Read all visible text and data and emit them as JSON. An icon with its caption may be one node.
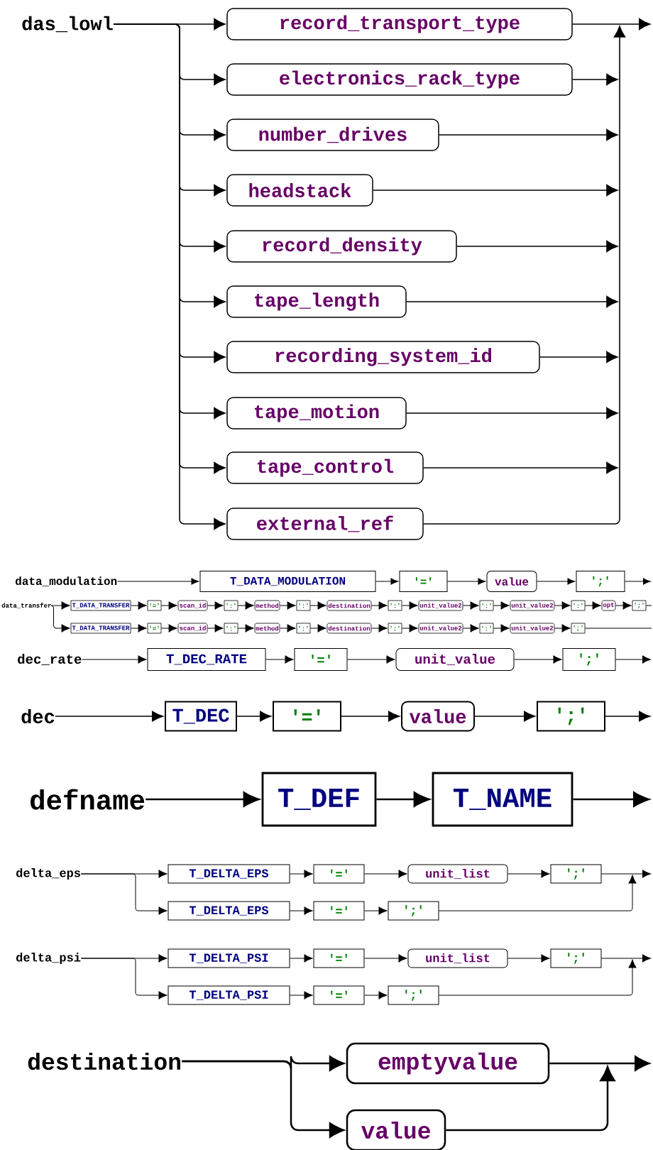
{
  "diagram": {
    "nodes": [
      {
        "text": [
          "das_lowl"
        ]
      },
      {
        "text": [
          "record_transport_type"
        ]
      },
      {
        "text": [
          "electronics_rack_type"
        ]
      },
      {
        "text": [
          "number_drives"
        ]
      },
      {
        "text": [
          "headstack"
        ]
      },
      {
        "text": [
          "record_density"
        ]
      },
      {
        "text": [
          "tape_length"
        ]
      },
      {
        "text": [
          "recording_system_id"
        ]
      },
      {
        "text": [
          "tape_motion"
        ]
      },
      {
        "text": [
          "tape_control"
        ]
      },
      {
        "text": [
          "external_ref"
        ]
      },
      {
        "text": [
          "data_modulation"
        ]
      },
      {
        "text": [
          "T_DATA_MODULATION"
        ]
      },
      {
        "text": [
          "'='"
        ]
      },
      {
        "text": [
          "value"
        ]
      },
      {
        "text": [
          "';'"
        ]
      },
      {
        "text": [
          "data_transfer"
        ]
      },
      {
        "text": [
          "T_DATA_TRANSFER"
        ]
      },
      {
        "text": [
          "'='"
        ]
      },
      {
        "text": [
          "scan_id"
        ]
      },
      {
        "text": [
          "':'"
        ]
      },
      {
        "text": [
          "method"
        ]
      },
      {
        "text": [
          "':'"
        ]
      },
      {
        "text": [
          "destination"
        ]
      },
      {
        "text": [
          "':'"
        ]
      },
      {
        "text": [
          "unit_value2"
        ]
      },
      {
        "text": [
          "':'"
        ]
      },
      {
        "text": [
          "unit_value2"
        ]
      },
      {
        "text": [
          "':'"
        ]
      },
      {
        "text": [
          "opt"
        ]
      },
      {
        "text": [
          "';'"
        ]
      },
      {
        "text": [
          "T_DATA_TRANSFER"
        ]
      },
      {
        "text": [
          "'='"
        ]
      },
      {
        "text": [
          "scan_id"
        ]
      },
      {
        "text": [
          "':'"
        ]
      },
      {
        "text": [
          "method"
        ]
      },
      {
        "text": [
          "':'"
        ]
      },
      {
        "text": [
          "destination"
        ]
      },
      {
        "text": [
          "':'"
        ]
      },
      {
        "text": [
          "unit_value2"
        ]
      },
      {
        "text": [
          "':'"
        ]
      },
      {
        "text": [
          "unit_value2"
        ]
      },
      {
        "text": [
          "';'"
        ]
      },
      {
        "text": [
          "dec_rate"
        ]
      },
      {
        "text": [
          "T_DEC_RATE"
        ]
      },
      {
        "text": [
          "'='"
        ]
      },
      {
        "text": [
          "unit_value"
        ]
      },
      {
        "text": [
          "';'"
        ]
      },
      {
        "text": [
          "dec"
        ]
      },
      {
        "text": [
          "T_DEC"
        ]
      },
      {
        "text": [
          "'='"
        ]
      },
      {
        "text": [
          "value"
        ]
      },
      {
        "text": [
          "';'"
        ]
      },
      {
        "text": [
          "defname"
        ]
      },
      {
        "text": [
          "T_DEF"
        ]
      },
      {
        "text": [
          "T_NAME"
        ]
      },
      {
        "text": [
          "delta_eps"
        ]
      },
      {
        "text": [
          "T_DELTA_EPS"
        ]
      },
      {
        "text": [
          "'='"
        ]
      },
      {
        "text": [
          "unit_list"
        ]
      },
      {
        "text": [
          "';'"
        ]
      },
      {
        "text": [
          "T_DELTA_EPS"
        ]
      },
      {
        "text": [
          "'='"
        ]
      },
      {
        "text": [
          "';'"
        ]
      },
      {
        "text": [
          "delta_psi"
        ]
      },
      {
        "text": [
          "T_DELTA_PSI"
        ]
      },
      {
        "text": [
          "'='"
        ]
      },
      {
        "text": [
          "unit_list"
        ]
      },
      {
        "text": [
          "';'"
        ]
      },
      {
        "text": [
          "T_DELTA_PSI"
        ]
      },
      {
        "text": [
          "'='"
        ]
      },
      {
        "text": [
          "';'"
        ]
      },
      {
        "text": [
          "destination"
        ]
      },
      {
        "text": [
          "emptyvalue"
        ]
      },
      {
        "text": [
          "value"
        ]
      }
    ],
    "edges": [
      {
        "from": 0,
        "to": 1,
        "arrow": "to"
      },
      {
        "from": 0,
        "to": 2,
        "arrow": "to"
      },
      {
        "from": 0,
        "to": 3,
        "arrow": "to"
      },
      {
        "from": 0,
        "to": 4,
        "arrow": "to"
      },
      {
        "from": 0,
        "to": 5,
        "arrow": "to"
      },
      {
        "from": 0,
        "to": 6,
        "arrow": "to"
      },
      {
        "from": 0,
        "to": 7,
        "arrow": "to"
      },
      {
        "from": 0,
        "to": 8,
        "arrow": "to"
      },
      {
        "from": 0,
        "to": 9,
        "arrow": "to"
      },
      {
        "from": 0,
        "to": 10,
        "arrow": "to"
      },
      {
        "from": 1,
        "to": null,
        "arrow": "to"
      },
      {
        "from": 2,
        "to": null,
        "arrow": "to"
      },
      {
        "from": 3,
        "to": null,
        "arrow": "to"
      },
      {
        "from": 4,
        "to": null,
        "arrow": "to"
      },
      {
        "from": 5,
        "to": null,
        "arrow": "to"
      },
      {
        "from": 6,
        "to": null,
        "arrow": "to"
      },
      {
        "from": 7,
        "to": null,
        "arrow": "to"
      },
      {
        "from": 8,
        "to": null,
        "arrow": "to"
      },
      {
        "from": 9,
        "to": null,
        "arrow": "to"
      },
      {
        "from": 10,
        "to": null,
        "arrow": "to"
      },
      {
        "from": 11,
        "to": 12,
        "arrow": "to"
      },
      {
        "from": 12,
        "to": 13,
        "arrow": "to"
      },
      {
        "from": 13,
        "to": 14,
        "arrow": "to"
      },
      {
        "from": 14,
        "to": 15,
        "arrow": "to"
      },
      {
        "from": 15,
        "to": null,
        "arrow": "to"
      },
      {
        "from": 16,
        "to": 17,
        "arrow": "to"
      },
      {
        "from": 17,
        "to": 18,
        "arrow": "to"
      },
      {
        "from": 18,
        "to": 19,
        "arrow": "to"
      },
      {
        "from": 19,
        "to": 20,
        "arrow": "to"
      },
      {
        "from": 20,
        "to": 21,
        "arrow": "to"
      },
      {
        "from": 21,
        "to": 22,
        "arrow": "to"
      },
      {
        "from": 22,
        "to": 23,
        "arrow": "to"
      },
      {
        "from": 23,
        "to": 24,
        "arrow": "to"
      },
      {
        "from": 24,
        "to": 25,
        "arrow": "to"
      },
      {
        "from": 25,
        "to": 26,
        "arrow": "to"
      },
      {
        "from": 26,
        "to": 27,
        "arrow": "to"
      },
      {
        "from": 27,
        "to": 28,
        "arrow": "to"
      },
      {
        "from": 28,
        "to": 29,
        "arrow": "to"
      },
      {
        "from": 29,
        "to": 30,
        "arrow": "to"
      },
      {
        "from": 30,
        "to": null,
        "arrow": "none"
      },
      {
        "from": 16,
        "to": 31,
        "arrow": "to"
      },
      {
        "from": 31,
        "to": 32,
        "arrow": "to"
      },
      {
        "from": 32,
        "to": 33,
        "arrow": "to"
      },
      {
        "from": 33,
        "to": 34,
        "arrow": "to"
      },
      {
        "from": 34,
        "to": 35,
        "arrow": "to"
      },
      {
        "from": 35,
        "to": 36,
        "arrow": "to"
      },
      {
        "from": 36,
        "to": 37,
        "arrow": "to"
      },
      {
        "from": 37,
        "to": 38,
        "arrow": "to"
      },
      {
        "from": 38,
        "to": 39,
        "arrow": "to"
      },
      {
        "from": 39,
        "to": 40,
        "arrow": "to"
      },
      {
        "from": 40,
        "to": 41,
        "arrow": "to"
      },
      {
        "from": 41,
        "to": 42,
        "arrow": "to"
      },
      {
        "from": 42,
        "to": null,
        "arrow": "none"
      },
      {
        "from": 43,
        "to": 44,
        "arrow": "to"
      },
      {
        "from": 44,
        "to": 45,
        "arrow": "to"
      },
      {
        "from": 45,
        "to": 46,
        "arrow": "to"
      },
      {
        "from": 46,
        "to": 47,
        "arrow": "to"
      },
      {
        "from": 47,
        "to": null,
        "arrow": "to"
      },
      {
        "from": 48,
        "to": 49,
        "arrow": "to"
      },
      {
        "from": 49,
        "to": 50,
        "arrow": "to"
      },
      {
        "from": 50,
        "to": 51,
        "arrow": "to"
      },
      {
        "from": 51,
        "to": 52,
        "arrow": "to"
      },
      {
        "from": 52,
        "to": null,
        "arrow": "to"
      },
      {
        "from": 53,
        "to": 54,
        "arrow": "to"
      },
      {
        "from": 54,
        "to": 55,
        "arrow": "to"
      },
      {
        "from": 55,
        "to": null,
        "arrow": "to"
      },
      {
        "from": 56,
        "to": 57,
        "arrow": "to"
      },
      {
        "from": 57,
        "to": 58,
        "arrow": "to"
      },
      {
        "from": 58,
        "to": 59,
        "arrow": "to"
      },
      {
        "from": 59,
        "to": 60,
        "arrow": "to"
      },
      {
        "from": 60,
        "to": null,
        "arrow": "to"
      },
      {
        "from": 56,
        "to": 61,
        "arrow": "to"
      },
      {
        "from": 61,
        "to": 62,
        "arrow": "to"
      },
      {
        "from": 62,
        "to": 63,
        "arrow": "to"
      },
      {
        "from": 63,
        "to": null,
        "arrow": "to"
      },
      {
        "from": 64,
        "to": 65,
        "arrow": "to"
      },
      {
        "from": 65,
        "to": 66,
        "arrow": "to"
      },
      {
        "from": 66,
        "to": 67,
        "arrow": "to"
      },
      {
        "from": 67,
        "to": 68,
        "arrow": "to"
      },
      {
        "from": 68,
        "to": null,
        "arrow": "to"
      },
      {
        "from": 64,
        "to": 69,
        "arrow": "to"
      },
      {
        "from": 69,
        "to": 70,
        "arrow": "to"
      },
      {
        "from": 70,
        "to": 71,
        "arrow": "to"
      },
      {
        "from": 71,
        "to": null,
        "arrow": "to"
      },
      {
        "from": 72,
        "to": 73,
        "arrow": "to"
      },
      {
        "from": 72,
        "to": 74,
        "arrow": "to"
      },
      {
        "from": 73,
        "to": null,
        "arrow": "to"
      },
      {
        "from": 74,
        "to": null,
        "arrow": "to"
      }
    ]
  }
}
